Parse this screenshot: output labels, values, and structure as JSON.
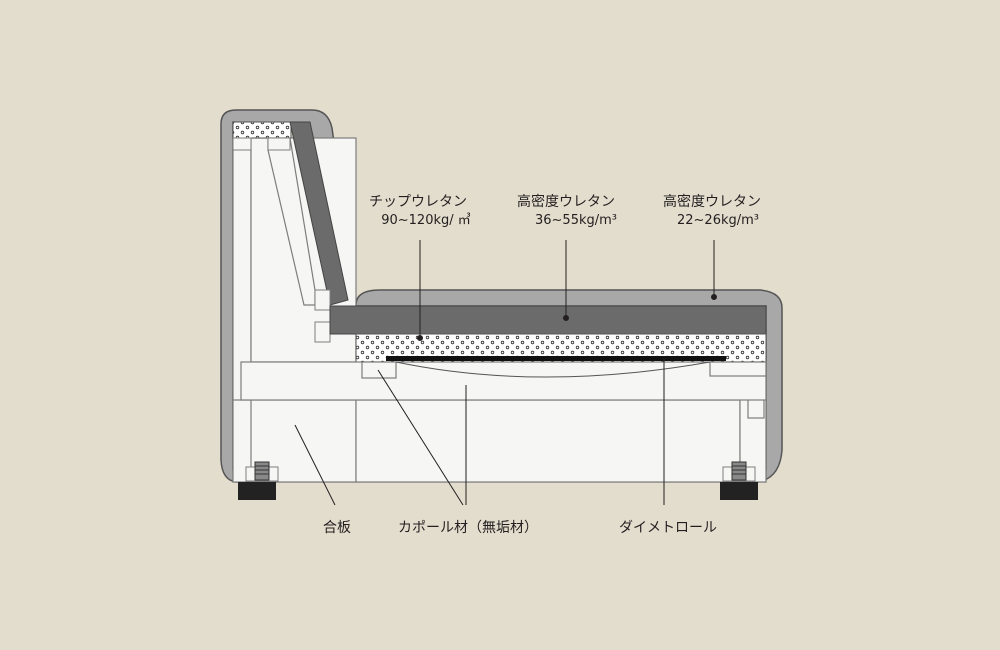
{
  "labels": {
    "chip_urethane": {
      "name": "チップウレタン",
      "density": "90~120kg/ ㎥"
    },
    "hd_urethane_mid": {
      "name": "高密度ウレタン",
      "density": "36~55kg/m³"
    },
    "hd_urethane_top": {
      "name": "高密度ウレタン",
      "density": "22~26kg/m³"
    },
    "plywood": "合板",
    "capor_wood": "カポール材（無垢材）",
    "dymetrol": "ダイメトロール"
  },
  "colors": {
    "background": "#e3ddcd",
    "frame_fill": "#f6f6f4",
    "frame_outline": "#7d7d7d",
    "urethane_dark": "#6b6b6b",
    "upholstery": "#a8a8a8",
    "foot": "#222222"
  }
}
